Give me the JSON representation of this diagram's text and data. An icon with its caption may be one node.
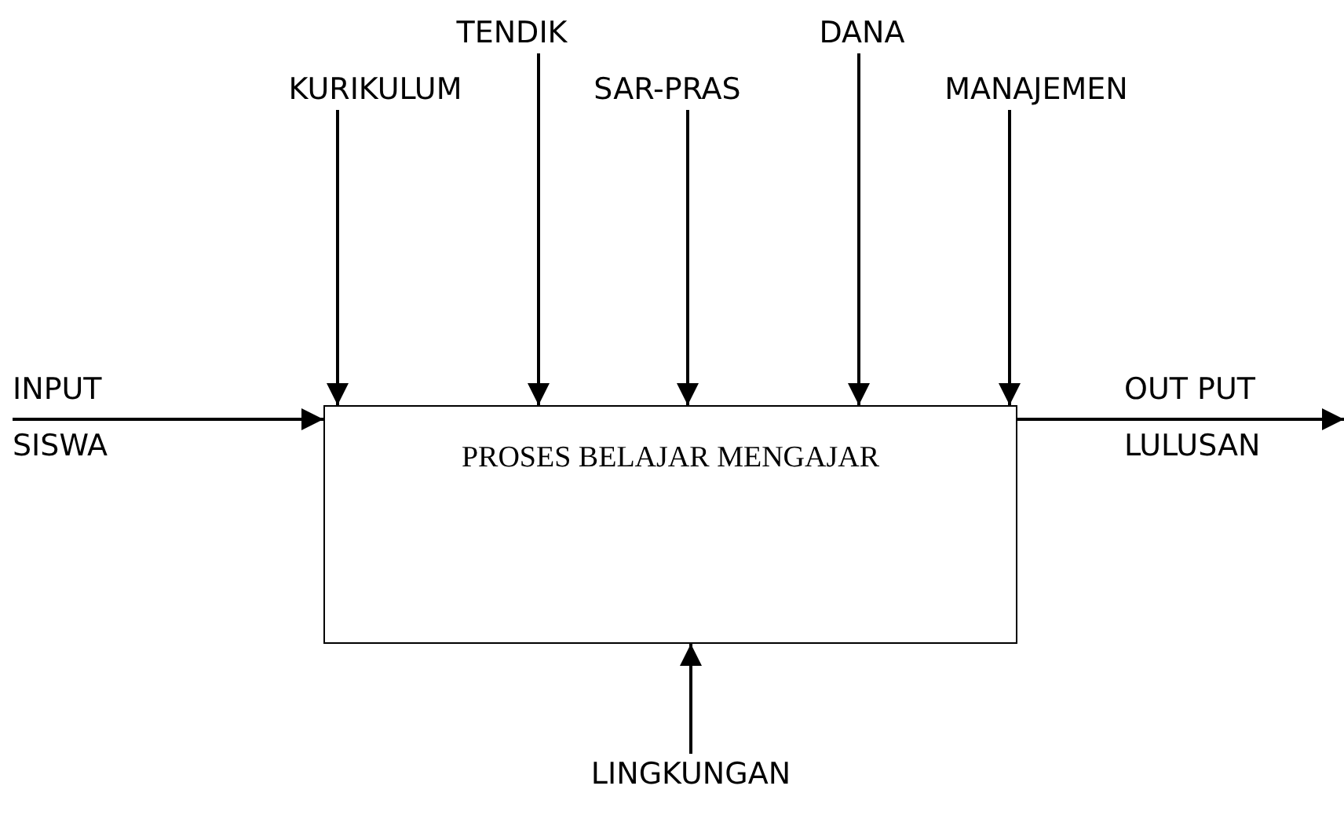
{
  "diagram": {
    "nodes": [
      {
        "text": [
          "TENDIK"
        ]
      },
      {
        "text": [
          "DANA"
        ]
      },
      {
        "text": [
          "KURIKULUM"
        ]
      },
      {
        "text": [
          "SAR-PRAS"
        ]
      },
      {
        "text": [
          "MANAJEMEN"
        ]
      },
      {
        "text": [
          "INPUT",
          "SISWA"
        ]
      },
      {
        "text": [
          "PROSES BELAJAR MENGAJAR"
        ]
      },
      {
        "text": [
          "OUT PUT",
          "LULUSAN"
        ]
      },
      {
        "text": [
          "LINGKUNGAN"
        ]
      }
    ],
    "edges": [
      {
        "from": 2,
        "to": 6,
        "arrow": "to"
      },
      {
        "from": 0,
        "to": 6,
        "arrow": "to"
      },
      {
        "from": 3,
        "to": 6,
        "arrow": "to"
      },
      {
        "from": 1,
        "to": 6,
        "arrow": "to"
      },
      {
        "from": 4,
        "to": 6,
        "arrow": "to"
      },
      {
        "from": 5,
        "to": 6,
        "arrow": "to"
      },
      {
        "from": 6,
        "to": 7,
        "arrow": "to"
      },
      {
        "from": 8,
        "to": 6,
        "arrow": "to"
      }
    ]
  }
}
